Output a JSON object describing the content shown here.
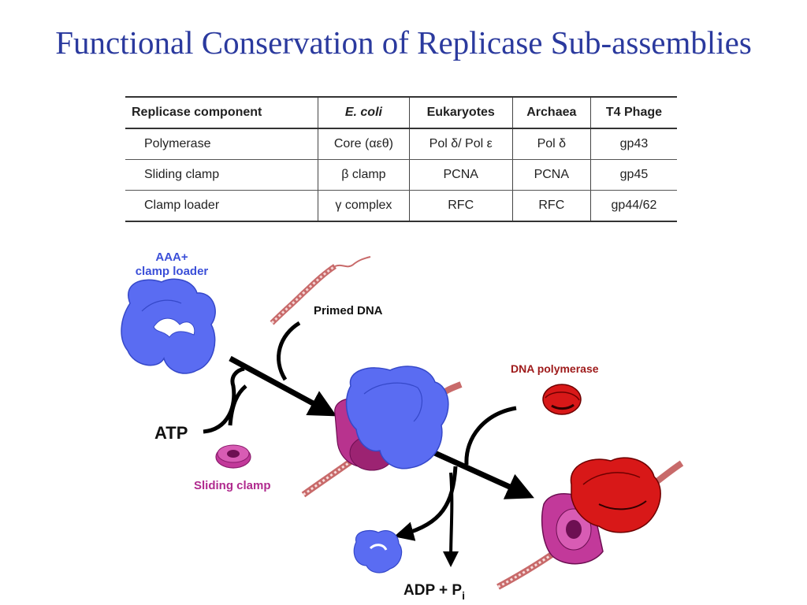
{
  "title": "Functional Conservation of Replicase Sub-assemblies",
  "table": {
    "headers": [
      "Replicase component",
      "E. coli",
      "Eukaryotes",
      "Archaea",
      "T4 Phage"
    ],
    "rows": [
      [
        "Polymerase",
        "Core (αεθ)",
        "Pol δ/ Pol ε",
        "Pol δ",
        "gp43"
      ],
      [
        "Sliding clamp",
        "β clamp",
        "PCNA",
        "PCNA",
        "gp45"
      ],
      [
        "Clamp loader",
        "γ complex",
        "RFC",
        "RFC",
        "gp44/62"
      ]
    ]
  },
  "diagram": {
    "clamp_loader_line1": "AAA+",
    "clamp_loader_line2": "clamp loader",
    "primed_dna": "Primed DNA",
    "atp": "ATP",
    "sliding_clamp": "Sliding clamp",
    "dna_polymerase": "DNA polymerase",
    "adp": "ADP + P",
    "adp_sub": "i",
    "colors": {
      "clamp_loader": "#5a6cf2",
      "clamp": "#c2399a",
      "polymerase": "#d81818",
      "dna": "#d98a8a",
      "title": "#2b3a9e",
      "label_blue": "#3b4fd8",
      "label_magenta": "#b02a8e",
      "label_red": "#9e1a1a"
    }
  }
}
